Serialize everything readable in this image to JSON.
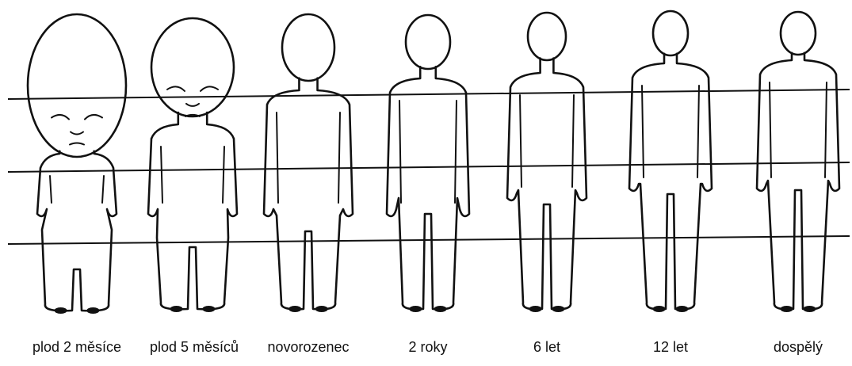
{
  "figure": {
    "stages": [
      {
        "label": "plod 2 měsíce"
      },
      {
        "label": "plod 5 měsíců"
      },
      {
        "label": "novorozenec"
      },
      {
        "label": "2 roky"
      },
      {
        "label": "6 let"
      },
      {
        "label": "12 let"
      },
      {
        "label": "dospělý"
      }
    ],
    "proportion_lines": 3,
    "colors": {
      "stroke": "#111111",
      "background": "#ffffff"
    }
  }
}
